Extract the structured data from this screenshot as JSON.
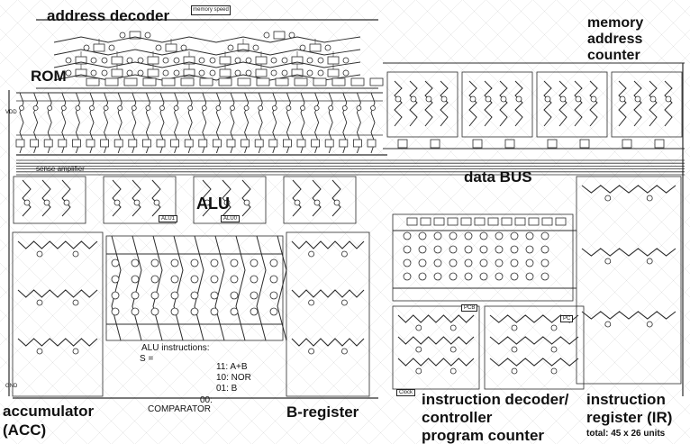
{
  "labels": {
    "address_decoder": "address decoder",
    "memory_address_counter_1": "memory",
    "memory_address_counter_2": "address",
    "memory_address_counter_3": "counter",
    "rom": "ROM",
    "sense_amplifier": "sense amplifier",
    "alu": "ALU",
    "data_bus": "data BUS",
    "accumulator_1": "accumulator",
    "accumulator_2": "(ACC)",
    "b_register": "B-register",
    "instruction_decoder_1": "instruction decoder/",
    "instruction_decoder_2": "controller",
    "instruction_decoder_3": "program counter",
    "instruction_register_1": "instruction",
    "instruction_register_2": "register (IR)",
    "total_units": "total: 45 x 26 units",
    "memory_speed": "memory speed"
  },
  "alu_instructions": {
    "title": "ALU instructions:",
    "s_label": "S =",
    "items": [
      "11: A+B",
      "10: NOR",
      "01: B"
    ],
    "comparator_code": "00:",
    "comparator_label": "COMPARATOR"
  },
  "small_tags": {
    "alu_blocks": [
      "ALU1",
      "ALU0"
    ],
    "pcb": "PCB",
    "pc": "PC",
    "clock": "Clock",
    "gnd": "GND",
    "vdd": "VDD"
  },
  "colors": {
    "wire": "#2b2b2b",
    "background": "#ffffff",
    "grid": "#d8d8d8"
  }
}
